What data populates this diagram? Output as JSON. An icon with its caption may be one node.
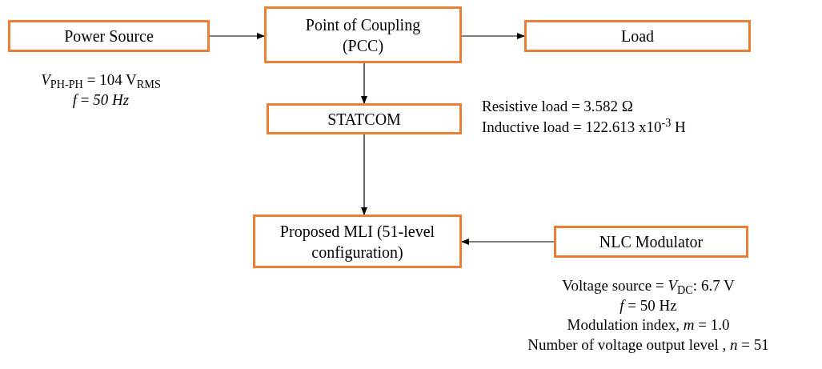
{
  "diagram": {
    "nodes": [
      {
        "text": [
          "Power Source"
        ],
        "beside": [
          "*V*$_{PH-PH}$ = 104 V$_{RMS}$",
          "*f* = *50 Hz*"
        ]
      },
      {
        "text": [
          "Point of Coupling (PCC)"
        ]
      },
      {
        "text": [
          "Load"
        ]
      },
      {
        "text": [
          "STATCOM"
        ]
      },
      {
        "text": [
          "Proposed MLI (51-level configuration)"
        ]
      },
      {
        "text": [
          "NLC Modulator"
        ],
        "beside": [
          "Voltage source = *V*$_{DC}$: 6.7 V",
          "*f* = 50 Hz",
          "Modulation index, *m* = 1.0",
          "Number of voltage output level , *n* = 51"
        ]
      }
    ],
    "edges": [
      {
        "from": 0,
        "to": 1,
        "arrow": "to"
      },
      {
        "from": 1,
        "to": 2,
        "arrow": "to"
      },
      {
        "from": 1,
        "to": 3,
        "arrow": "to"
      },
      {
        "from": 3,
        "to": 4,
        "arrow": "to"
      },
      {
        "from": 5,
        "to": 4,
        "arrow": "to"
      }
    ],
    "labels": [
      "Resistive load = 3.582 Ω",
      "Inductive load = 122.613 x10$^{-3}$ H"
    ]
  }
}
